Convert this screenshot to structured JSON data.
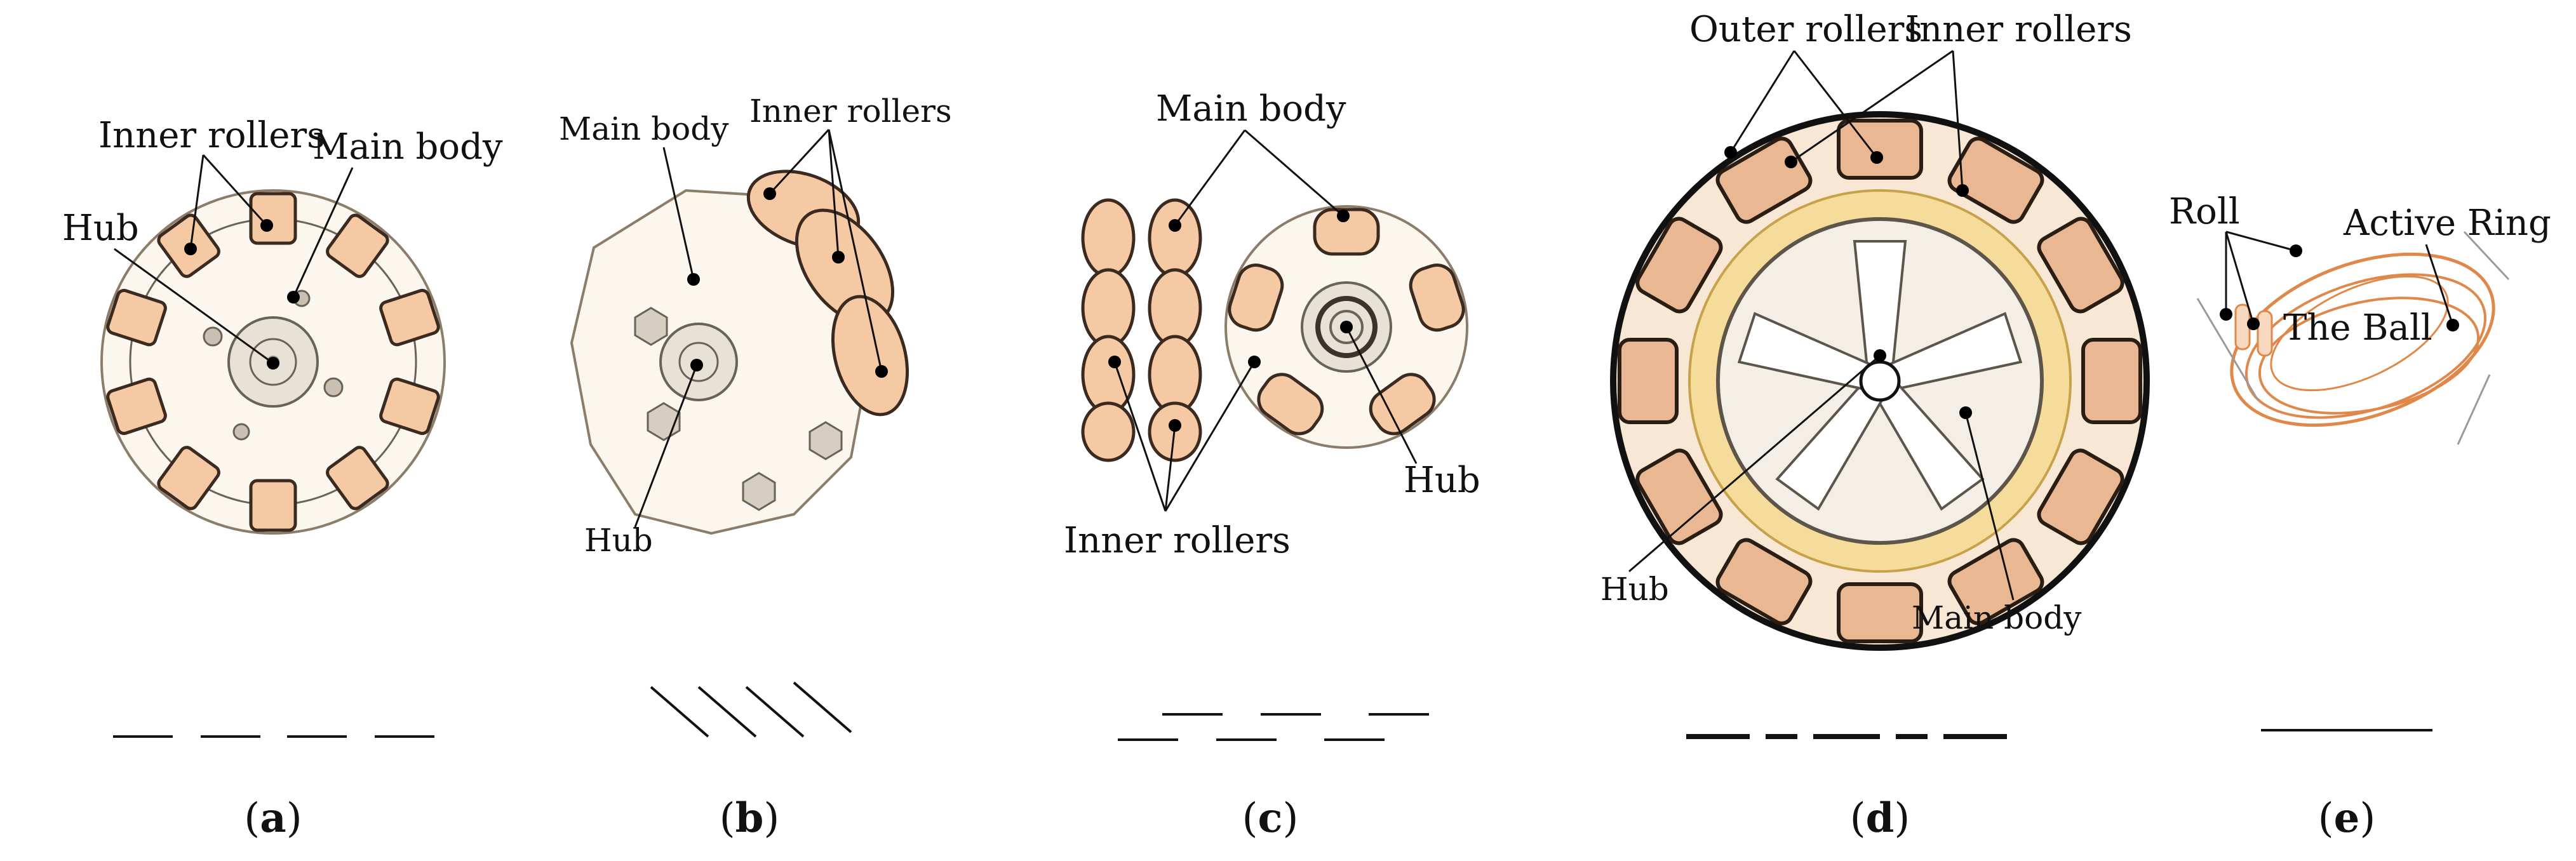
{
  "panels": {
    "a": {
      "labels": {
        "inner_rollers": "Inner rollers",
        "main_body": "Main body",
        "hub": "Hub"
      },
      "caption": {
        "open": "(",
        "letter": "a",
        "close": ")"
      }
    },
    "b": {
      "labels": {
        "main_body": "Main body",
        "inner_rollers": "Inner rollers",
        "hub": "Hub"
      },
      "caption": {
        "open": "(",
        "letter": "b",
        "close": ")"
      }
    },
    "c": {
      "labels": {
        "main_body": "Main body",
        "hub": "Hub",
        "inner_rollers": "Inner rollers"
      },
      "caption": {
        "open": "(",
        "letter": "c",
        "close": ")"
      }
    },
    "d": {
      "labels": {
        "outer_rollers": "Outer rollers",
        "inner_rollers": "Inner rollers",
        "hub": "Hub",
        "main_body": "Main body"
      },
      "caption": {
        "open": "(",
        "letter": "d",
        "close": ")"
      }
    },
    "e": {
      "labels": {
        "roll": "Roll",
        "active_ring": "Active Ring",
        "the_ball": "The Ball"
      },
      "caption": {
        "open": "(",
        "letter": "e",
        "close": ")"
      }
    }
  },
  "colors": {
    "roller_fill": "#f4c9a4",
    "body_fill": "#fbf6ee",
    "ring_orange": "#e0874a",
    "spoke_yellow": "#f3d27a",
    "text": "#111111"
  }
}
